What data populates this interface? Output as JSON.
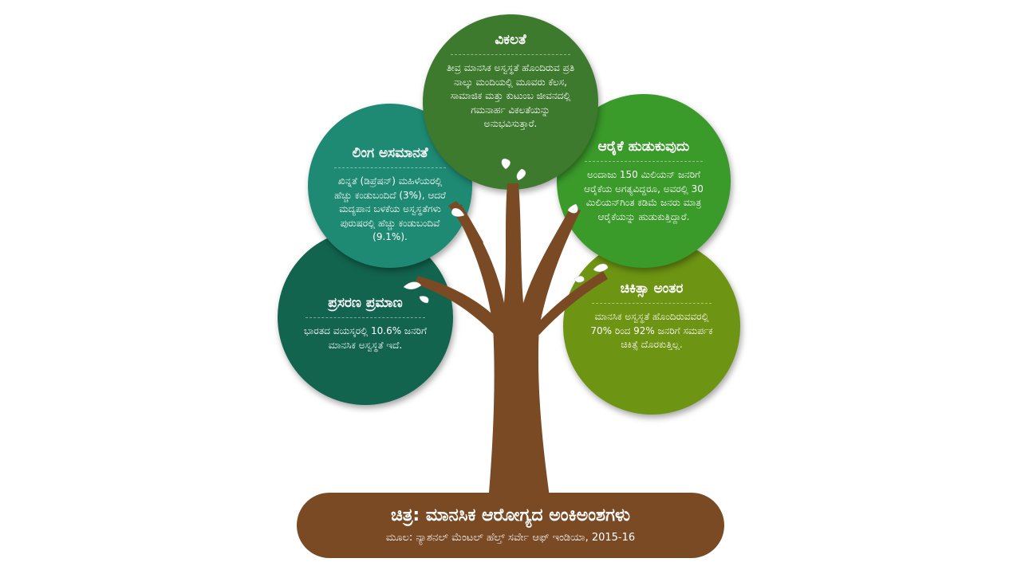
{
  "circles": {
    "vikalate": {
      "title": "ವಿಕಲತೆ",
      "body": "ತೀವ್ರ ಮಾನಸಿಕ ಅಸ್ವಸ್ಥತೆ ಹೊಂದಿರುವ ಪ್ರತಿ ನಾಲ್ಕು ಮಂದಿಯಲ್ಲಿ ಮೂವರು ಕೆಲಸ, ಸಾಮಾಜಿಕ ಮತ್ತು ಕುಟುಂಬ ಜೀವನದಲ್ಲಿ ಗಮನಾರ್ಹ ವಿಕಲತೆಯನ್ನು ಅನುಭವಿಸುತ್ತಾರೆ.",
      "color": "#3d7a2e"
    },
    "linga": {
      "title": "ಲಿಂಗ ಅಸಮಾನತೆ",
      "body": "ಖಿನ್ನತೆ (ಡಿಪ್ರೆಷನ್) ಮಹಿಳೆಯರಲ್ಲಿ ಹೆಚ್ಚು ಕಂಡುಬಂದಿದೆ (3%), ಆದರೆ ಮದ್ಯಪಾನ ಬಳಕೆಯ ಅಸ್ವಸ್ಥತೆಗಳು ಪುರುಷರಲ್ಲಿ ಹೆಚ್ಚು ಕಂಡುಬಂದಿವೆ (9.1%).",
      "color": "#1e8a74"
    },
    "araike": {
      "title": "ಆರೈಕೆ ಹುಡುಕುವುದು",
      "body": "ಅಂದಾಜು 150 ಮಿಲಿಯನ್ ಜನರಿಗೆ ಆರೈಕೆಯ ಅಗತ್ಯವಿದ್ದರೂ, ಅವರಲ್ಲಿ 30 ಮಿಲಿಯನ್‌ಗಿಂತ ಕಡಿಮೆ ಜನರು ಮಾತ್ರ ಆರೈಕೆಯನ್ನು ಹುಡುಕುತ್ತಿದ್ದಾರೆ.",
      "color": "#3a9a2a"
    },
    "prasarana": {
      "title": "ಪ್ರಸರಣ ಪ್ರಮಾಣ",
      "body": "ಭಾರತದ ವಯಸ್ಕರಲ್ಲಿ 10.6% ಜನರಿಗೆ ಮಾನಸಿಕ ಅಸ್ವಸ್ಥತೆ ಇದೆ.",
      "color": "#12644e"
    },
    "chikitse": {
      "title": "ಚಿಕಿತ್ಸಾ ಅಂತರ",
      "body": "ಮಾನಸಿಕ ಅಸ್ವಸ್ಥತೆ ಹೊಂದಿರುವವರಲ್ಲಿ 70% ರಿಂದ 92% ಜನರಿಗೆ ಸಮರ್ಪಕ ಚಿಕಿತ್ಸೆ ದೊರಕುತ್ತಿಲ್ಲ.",
      "color": "#6d9412"
    }
  },
  "footer": {
    "title": "ಚಿತ್ರ: ಮಾನಸಿಕ ಆರೋಗ್ಯದ ಅಂಕಿಅಂಶಗಳು",
    "source": "ಮೂಲ: ನ್ಯಾಶನಲ್ ಮೆಂಟಲ್ ಹೆಲ್ತ್ ಸರ್ವೇ ಆಫ್ ಇಂಡಿಯಾ, 2015-16"
  },
  "colors": {
    "trunk": "#7a4a24",
    "leaf": "#ffffff"
  }
}
